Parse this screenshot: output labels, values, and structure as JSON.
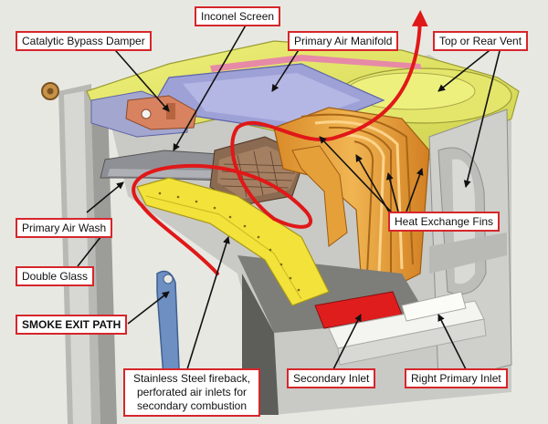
{
  "labels": {
    "inconel_screen": "Inconel Screen",
    "catalytic_bypass_damper": "Catalytic Bypass Damper",
    "primary_air_manifold": "Primary Air Manifold",
    "top_or_rear_vent": "Top or Rear Vent",
    "heat_exchange_fins": "Heat Exchange Fins",
    "primary_air_wash": "Primary Air Wash",
    "double_glass": "Double Glass",
    "smoke_exit_path": "SMOKE EXIT PATH",
    "stainless_steel_fireback": "Stainless Steel fireback, perforated air inlets for secondary combustion",
    "secondary_inlet": "Secondary Inlet",
    "right_primary_inlet": "Right Primary Inlet"
  },
  "colors": {
    "label_border": "#d6262b",
    "smoke_path": "#e01818",
    "casing_yellow": "#e6e86a",
    "fins_orange": "#e8a23a",
    "fireback_yellow": "#f2e23a"
  }
}
